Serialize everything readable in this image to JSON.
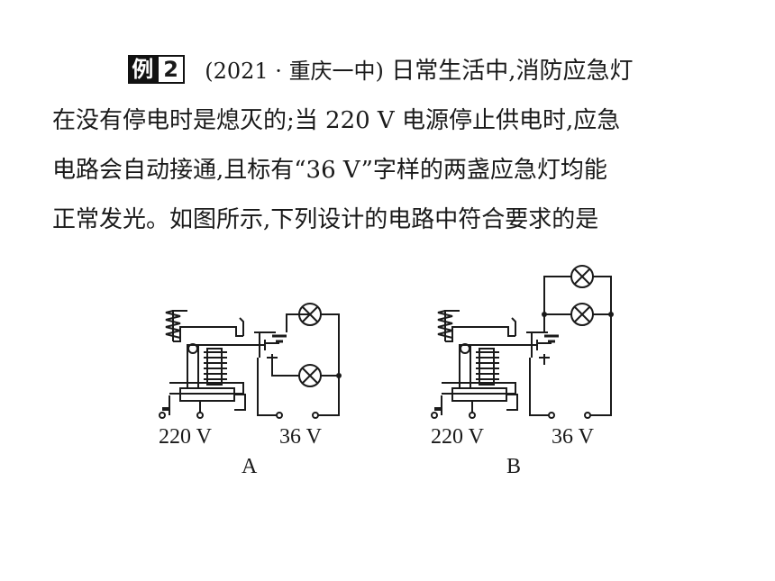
{
  "example": {
    "label": "例",
    "number": "2"
  },
  "source": "(2021 · 重庆一中)",
  "lines": {
    "l1": "日常生活中,消防应急灯",
    "l2": "在没有停电时是熄灭的;当 220 V 电源停止供电时,应急",
    "l3": "电路会自动接通,且标有“36 V”字样的两盏应急灯均能",
    "l4": "正常发光。如图所示,下列设计的电路中符合要求的是"
  },
  "figures": {
    "a": {
      "supply_label": "220 V",
      "lamp_label": "36 V",
      "option": "A"
    },
    "b": {
      "supply_label": "220 V",
      "lamp_label": "36 V",
      "option": "B"
    }
  }
}
